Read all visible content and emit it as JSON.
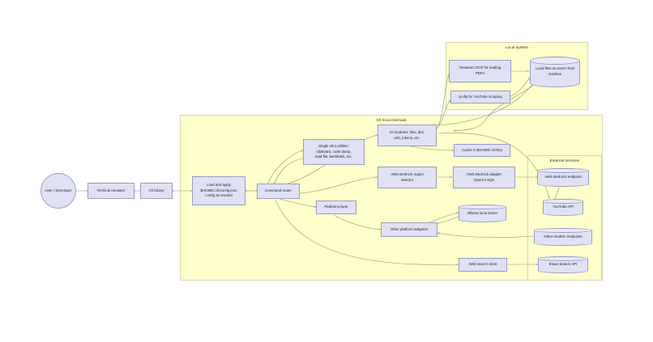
{
  "diagram": {
    "title": "Ch architecture flow diagram",
    "type": "flowchart",
    "colors": {
      "group_fill": "#ffffcc",
      "group_stroke": "#d6d6b0",
      "node_fill": "#e1e1f5",
      "node_stroke": "#9a9ac4",
      "edge_stroke": "#8f8f6a",
      "canvas": "#ffffff"
    }
  },
  "groups": [
    {
      "id": "ch_local_internals",
      "label": "Ch local internals"
    },
    {
      "id": "local_system",
      "label": "Local system"
    },
    {
      "id": "external_services",
      "label": "External services"
    }
  ],
  "nodes": {
    "user_developer": "User / Developer",
    "terminal_emulator": "Terminal emulator",
    "ch_binary": "Ch binary",
    "load_config": "Load and apply $HOME/.ch/config.json config as needed",
    "command_router": "Command router",
    "single_shot_utilities": "Single shot utilities: clipboard, code dump, load file, backtrack, etc.",
    "io_modules": "IO modules: files, dirs, urls, tokens, etc.",
    "cache_tmp": "Cache in $HOME/.ch/tmp",
    "tesseract_ocr": "Tesseract OCR for loading PDFs",
    "yt_dlp": "yt-dlp for YouTube scraping",
    "local_files": "Local files on user's host machine",
    "bedrock_region_selector": "AWS Bedrock region selector",
    "bedrock_adapter": "AWS Bedrock adapter OpenAI style",
    "platforms_layer": "Platforms layer",
    "other_platform_adapters": "Other platform adapters",
    "ollama_local_server": "Ollama local server",
    "web_search_client": "Web search client",
    "bedrock_endpoint": "AWS Bedrock endpoint",
    "youtube_api": "YouTube API",
    "other_models_endpoints": "Other models' endpoints",
    "brave_search_api": "Brave Search API"
  },
  "node_lines": {
    "load_config": [
      "Load and apply",
      "$HOME/.ch/config.json",
      "config as needed"
    ],
    "single_shot_utilities": [
      "Single shot utilities:",
      "clipboard, code dump,",
      "load file, backtrack, etc."
    ],
    "io_modules": [
      "IO modules: files, dirs,",
      "urls, tokens, etc."
    ],
    "tesseract_ocr": [
      "Tesseract OCR for loading",
      "PDFs"
    ],
    "local_files": [
      "Local files on user's host",
      "machine"
    ],
    "bedrock_region_selector": [
      "AWS Bedrock region",
      "selector"
    ],
    "bedrock_adapter": [
      "AWS Bedrock adapter",
      "OpenAI style"
    ]
  }
}
